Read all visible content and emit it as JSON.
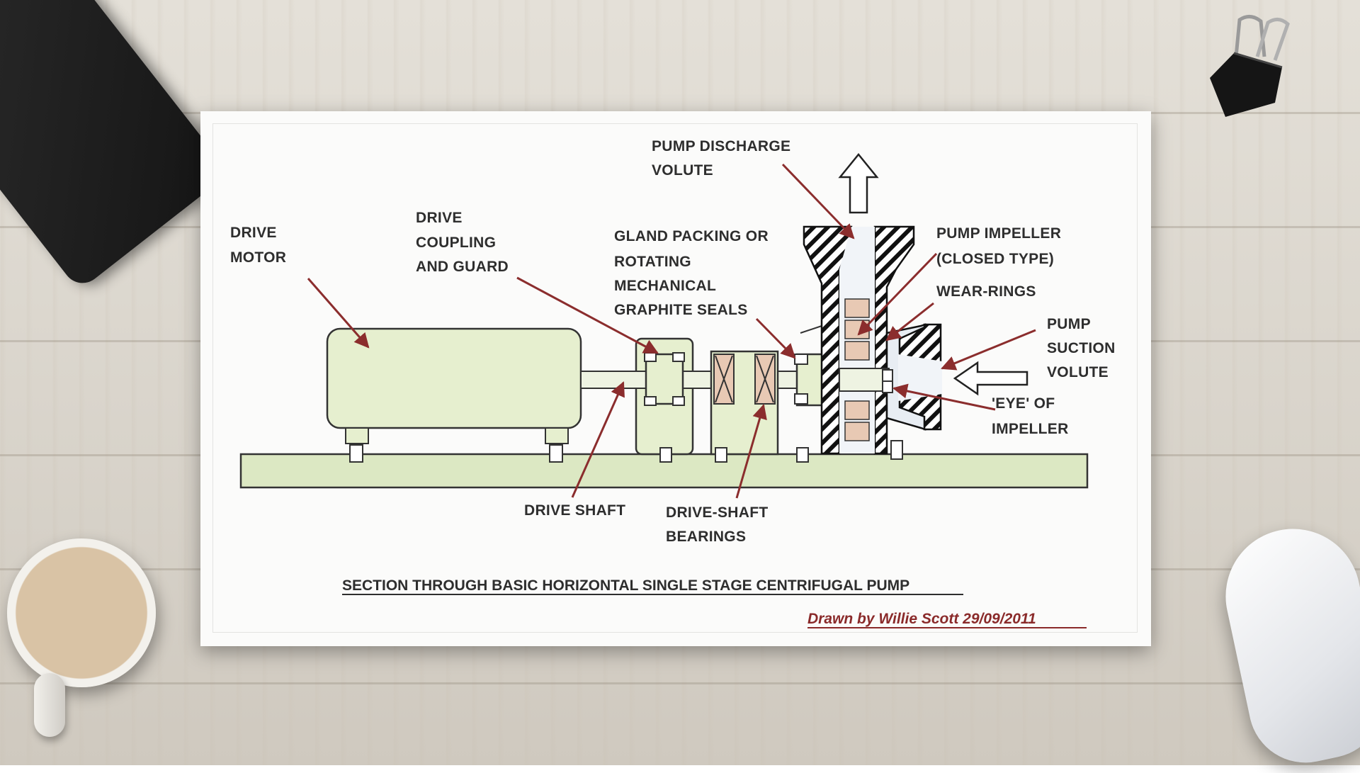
{
  "labels": {
    "drive_motor": [
      "DRIVE",
      "MOTOR"
    ],
    "drive_coupling": [
      "DRIVE",
      "COUPLING",
      "AND GUARD"
    ],
    "gland_packing": [
      "GLAND PACKING OR",
      "ROTATING",
      "MECHANICAL",
      "GRAPHITE SEALS"
    ],
    "pump_discharge": [
      "PUMP DISCHARGE",
      "VOLUTE"
    ],
    "pump_impeller": [
      "PUMP IMPELLER",
      "(CLOSED TYPE)"
    ],
    "wear_rings": "WEAR-RINGS",
    "pump_suction": [
      "PUMP",
      "SUCTION",
      "VOLUTE"
    ],
    "eye_of_impeller": [
      "'EYE' OF",
      "IMPELLER"
    ],
    "drive_shaft": "DRIVE SHAFT",
    "drive_shaft_bearings": [
      "DRIVE-SHAFT",
      "BEARINGS"
    ]
  },
  "title": "SECTION THROUGH BASIC HORIZONTAL SINGLE STAGE CENTRIFUGAL PUMP",
  "credit": "Drawn by Willie Scott 29/09/2011",
  "colors": {
    "component_fill": "#e6efcf",
    "baseplate_fill": "#dce8c3",
    "impeller_fill": "#e8c9b4",
    "leader_arrow": "#8b2d2d",
    "credit_text": "#8a2a2a"
  }
}
